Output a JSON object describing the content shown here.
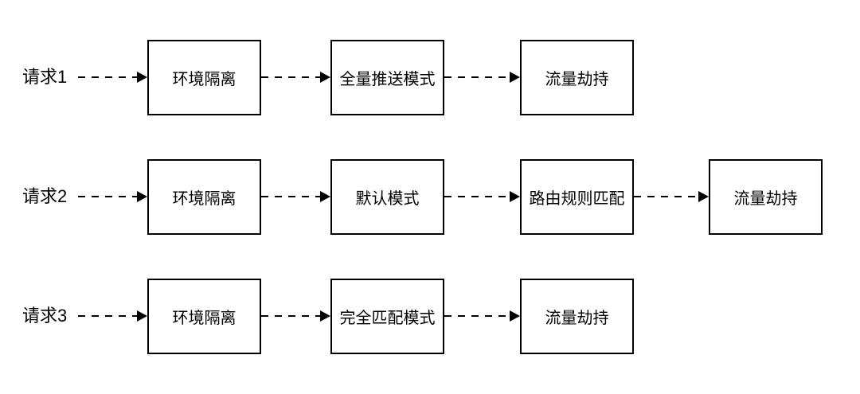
{
  "diagram": {
    "title": "request-routing-flow",
    "background_color": "#ffffff",
    "line_color": "#000000",
    "rows": [
      {
        "label": "请求1",
        "boxes": [
          "环境隔离",
          "全量推送模式",
          "流量劫持"
        ]
      },
      {
        "label": "请求2",
        "boxes": [
          "环境隔离",
          "默认模式",
          "路由规则匹配",
          "流量劫持"
        ]
      },
      {
        "label": "请求3",
        "boxes": [
          "环境隔离",
          "完全匹配模式",
          "流量劫持"
        ]
      }
    ]
  }
}
